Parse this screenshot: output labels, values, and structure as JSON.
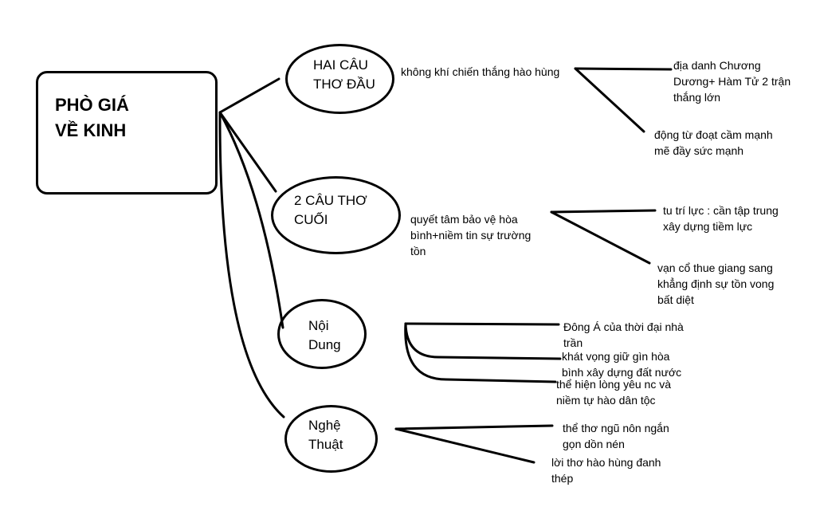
{
  "root": {
    "line1": "PHÒ GIÁ",
    "line2": "VỀ KINH"
  },
  "branches": {
    "b1": {
      "line1": "HAI CÂU",
      "line2": "THƠ ĐẦU"
    },
    "b2": {
      "line1": "2 CÂU THƠ",
      "line2": "CUỐI"
    },
    "b3": {
      "line1": "Nội",
      "line2": "Dung"
    },
    "b4": {
      "line1": "Nghệ",
      "line2": "Thuật"
    }
  },
  "notes": {
    "b1_main": "không khí chiến thắng hào hùng",
    "b1_sub1": {
      "line1": "địa danh Chương",
      "line2": "Dương+ Hàm Tử 2 trận",
      "line3": "thắng lớn"
    },
    "b1_sub2": {
      "line1": "động từ đoạt cầm mạnh",
      "line2": "mẽ đầy sức mạnh"
    },
    "b2_main": {
      "line1": "quyết tâm bảo vệ hòa",
      "line2": "bình+niềm tin sự trường",
      "line3": "tồn"
    },
    "b2_sub1": {
      "line1": "tu trí lực : cần tập trung",
      "line2": "xây dựng tiềm lực"
    },
    "b2_sub2": {
      "line1": "vạn cổ thue giang sang",
      "line2": "khẳng định sự tồn vong",
      "line3": "bất diệt"
    },
    "b3_sub1": {
      "line1": "Đông Á của thời đại nhà",
      "line2": "trần"
    },
    "b3_sub2": {
      "line1": "khát vọng giữ gìn hòa",
      "line2": "bình xây dựng đất nước"
    },
    "b3_sub3": {
      "line1": "thể hiện lòng yêu nc và",
      "line2": "niềm tự hào dân tộc"
    },
    "b4_sub1": {
      "line1": "thể thơ ngũ nôn ngắn",
      "line2": "gọn dồn nén"
    },
    "b4_sub2": {
      "line1": "lời thơ hào hùng đanh",
      "line2": "thép"
    }
  }
}
